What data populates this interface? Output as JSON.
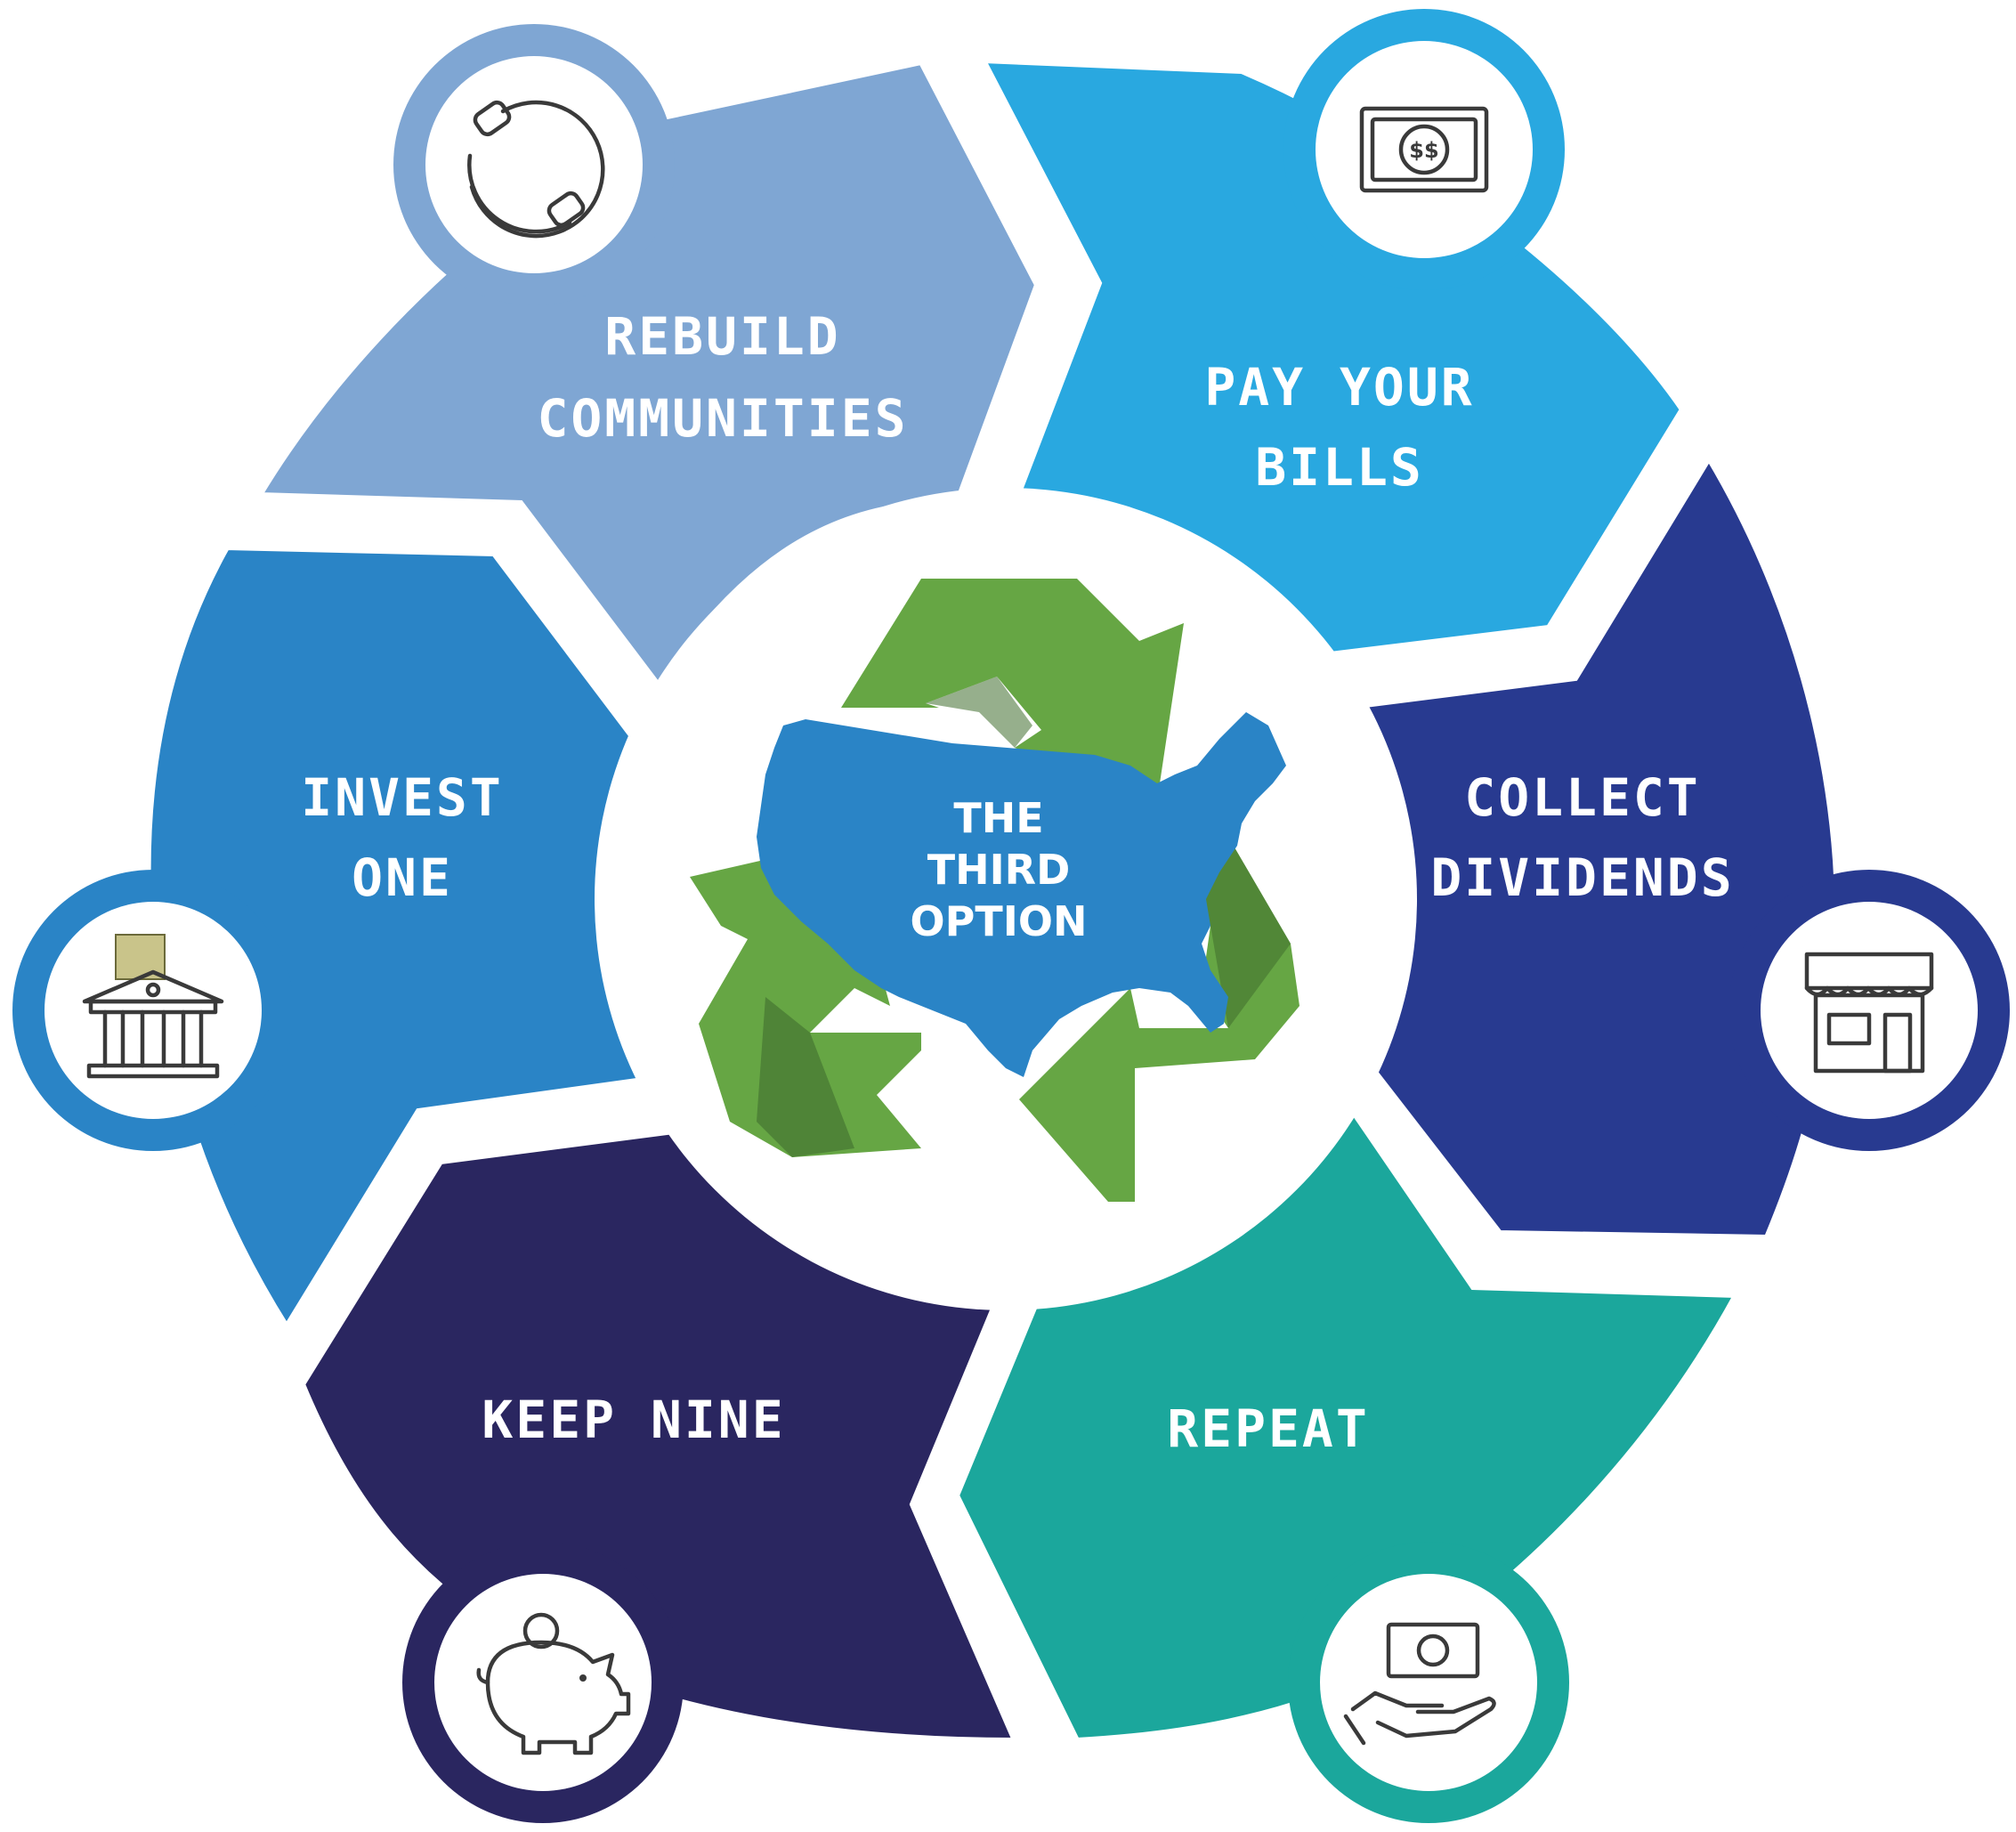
{
  "cycle": {
    "center": {
      "lines": [
        "THE",
        "THIRD",
        "OPTION"
      ]
    },
    "steps": [
      {
        "id": "rebuild",
        "lines": [
          "REBUILD",
          "COMMUNITIES"
        ],
        "color": "#7fa6d3",
        "icon": "handshake-circle-icon"
      },
      {
        "id": "pay",
        "lines": [
          "PAY YOUR",
          "BILLS"
        ],
        "color": "#29a8e0",
        "icon": "dollar-bill-icon"
      },
      {
        "id": "collect",
        "lines": [
          "COLLECT",
          "DIVIDENDS"
        ],
        "color": "#283a90",
        "icon": "storefront-icon"
      },
      {
        "id": "repeat",
        "lines": [
          "REPEAT"
        ],
        "color": "#1ba79c",
        "icon": "hand-with-money-icon"
      },
      {
        "id": "keep",
        "lines": [
          "KEEP NINE"
        ],
        "color": "#2a2660",
        "icon": "piggy-bank-icon"
      },
      {
        "id": "invest",
        "lines": [
          "INVEST",
          "ONE"
        ],
        "color": "#2a84c6",
        "icon": "bank-building-icon"
      }
    ],
    "colors": {
      "recycle_green": "#66a644",
      "recycle_dark": "#3f6e2e",
      "map_blue": "#2a84c6"
    }
  }
}
